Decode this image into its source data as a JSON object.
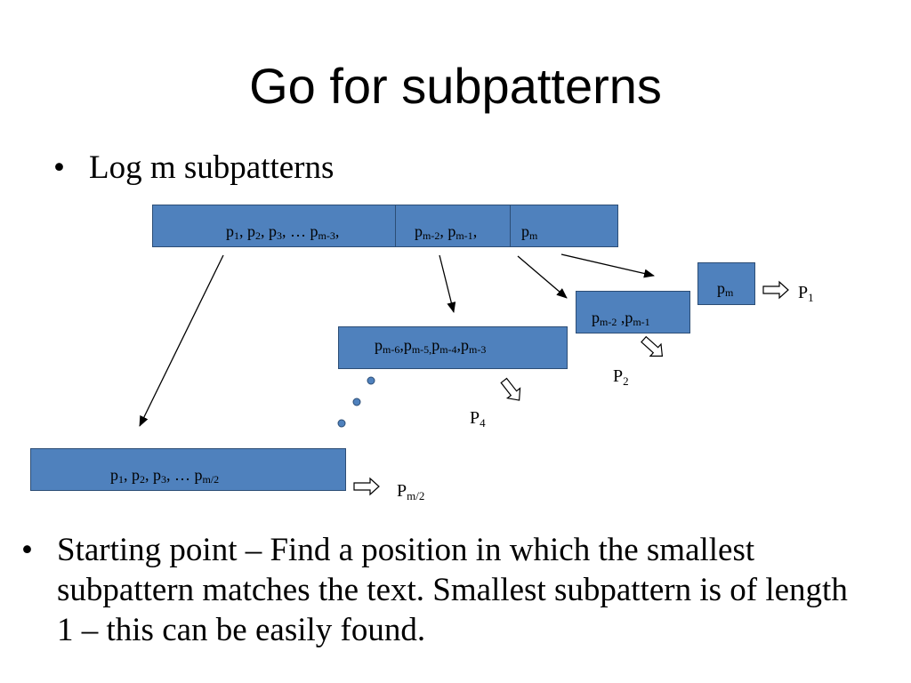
{
  "slide": {
    "title": "Go for subpatterns",
    "bullets": [
      {
        "symbol": "•",
        "text": "Log m subpatterns"
      },
      {
        "symbol": "•",
        "text": "Starting point – Find a position in which the smallest subpattern matches the text. Smallest subpattern is of length 1 – this can be easily found."
      }
    ]
  },
  "diagram": {
    "colors": {
      "box_fill": "#4f81bd",
      "box_border": "#2c4d75",
      "ellipsis_dot": "#4f81bd"
    },
    "full_pattern": {
      "segments": [
        {
          "parts": [
            [
              "p",
              "1"
            ],
            [
              ", p",
              "2"
            ],
            [
              ", p",
              "3"
            ],
            [
              ", … p",
              "m-3"
            ],
            [
              ",",
              ""
            ]
          ]
        },
        {
          "parts": [
            [
              "p",
              "m-2"
            ],
            [
              ", p",
              "m-1"
            ],
            [
              ",",
              ""
            ]
          ]
        },
        {
          "parts": [
            [
              "p",
              "m"
            ]
          ]
        }
      ]
    },
    "subpatterns": [
      {
        "id": "pm",
        "parts": [
          [
            "p",
            "m"
          ]
        ],
        "name_parts": [
          [
            "P",
            "1"
          ]
        ]
      },
      {
        "id": "pm2pm1",
        "parts": [
          [
            "p",
            "m-2"
          ],
          [
            " ,p",
            "m-1"
          ]
        ],
        "name_parts": [
          [
            "P",
            "2"
          ]
        ]
      },
      {
        "id": "pm6pm3",
        "parts": [
          [
            "p",
            "m-6"
          ],
          [
            ",p",
            "m-5,"
          ],
          [
            "p",
            "m-4"
          ],
          [
            ",p",
            "m-3"
          ]
        ],
        "name_parts": [
          [
            "P",
            "4"
          ]
        ]
      },
      {
        "id": "half",
        "parts": [
          [
            "p",
            "1"
          ],
          [
            ", p",
            "2"
          ],
          [
            ", p",
            "3"
          ],
          [
            ", … p",
            "m/2"
          ]
        ],
        "name_parts": [
          [
            "P",
            "m/2"
          ]
        ]
      }
    ]
  }
}
